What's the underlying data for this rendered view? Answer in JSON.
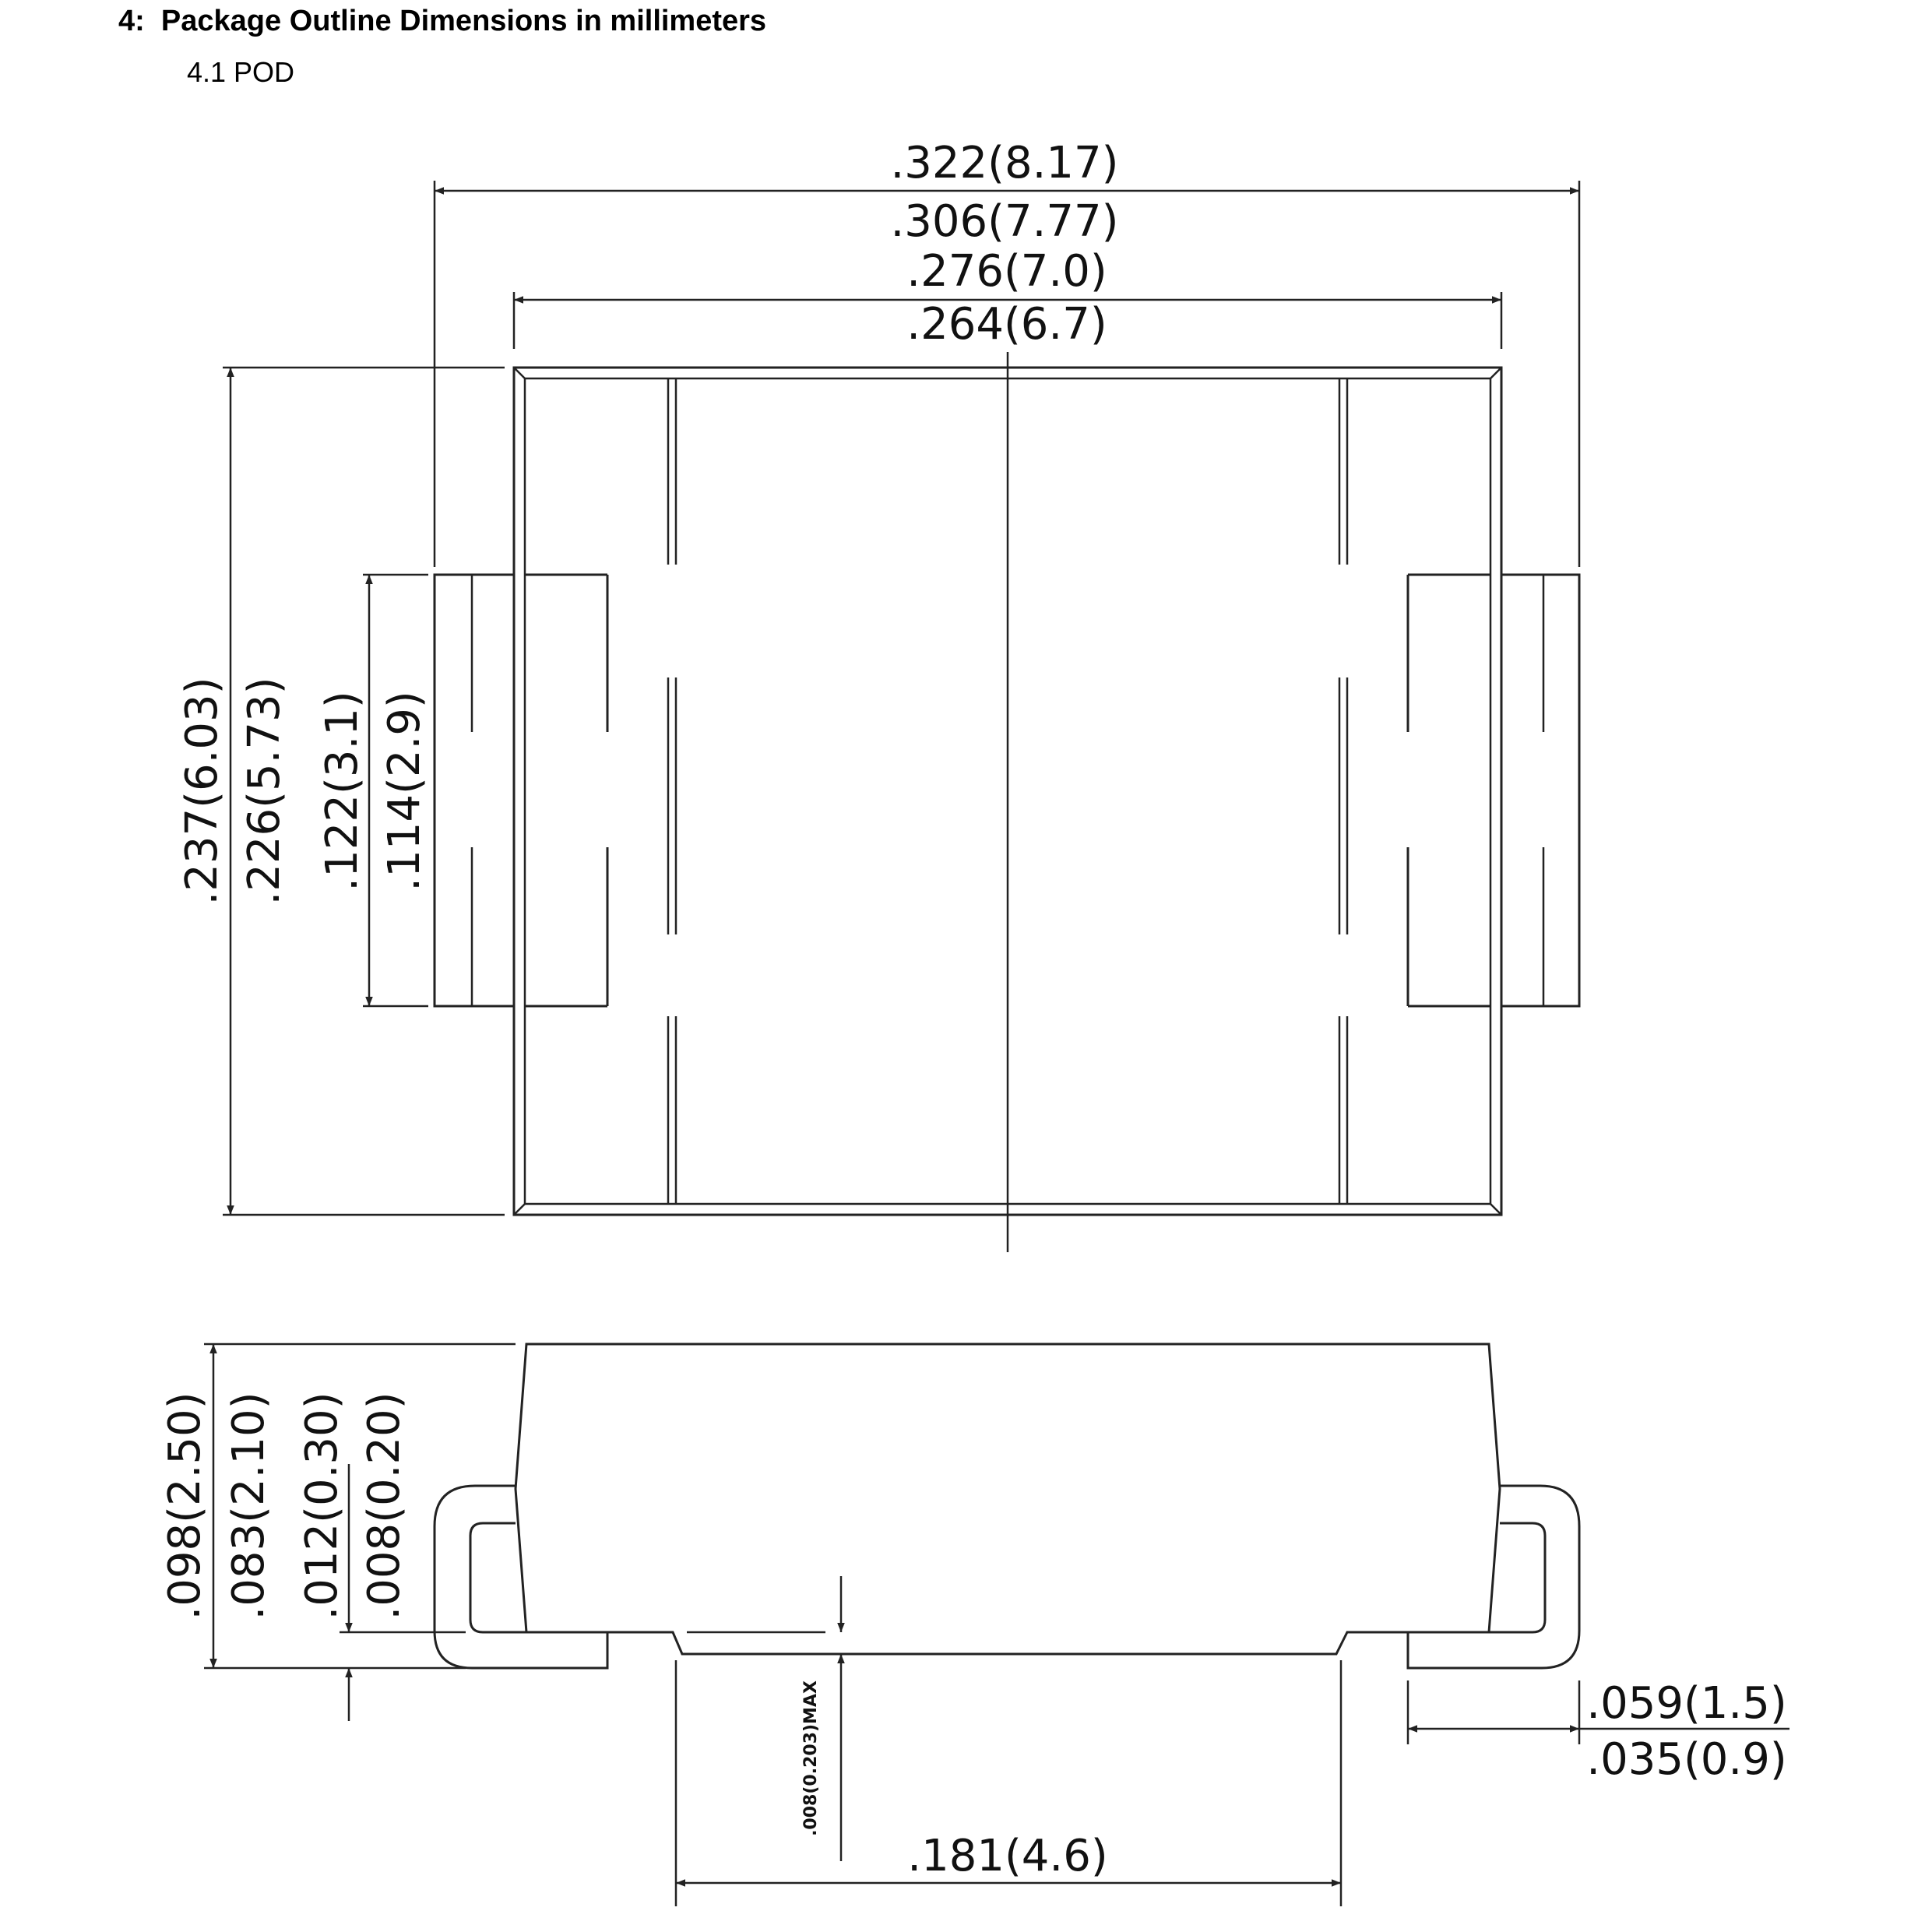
{
  "heading": {
    "number": "4:",
    "title": "Package Outline Dimensions in millimeters"
  },
  "subheading": "4.1 POD",
  "top_view": {
    "overall_width_max": ".322(8.17)",
    "overall_width_min": ".306(7.77)",
    "body_width_max": ".276(7.0)",
    "body_width_min": ".264(6.7)",
    "body_height_max": ".237(6.03)",
    "body_height_min": ".226(5.73)",
    "lead_width_max": ".122(3.1)",
    "lead_width_min": ".114(2.9)"
  },
  "side_view": {
    "height_max": ".098(2.50)",
    "height_min": ".083(2.10)",
    "lead_thickness_max": ".012(0.30)",
    "lead_thickness_min": ".008(0.20)",
    "standoff": ".008(0.203)MAX",
    "foot_length_max": ".059(1.5)",
    "foot_length_min": ".035(0.9)",
    "bottom_width": ".181(4.6)"
  }
}
